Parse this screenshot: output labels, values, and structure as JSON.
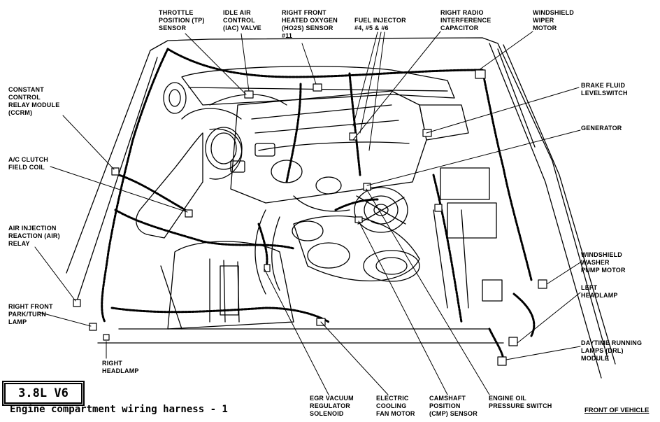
{
  "engine": "3.8L V6",
  "caption": "Engine compartment wiring harness - 1",
  "front_label": "FRONT OF VEHICLE",
  "labels": {
    "throttle_position_sensor": "THROTTLE\nPOSITION (TP)\nSENSOR",
    "idle_air_control_valve": "IDLE AIR\nCONTROL\n(IAC) VALVE",
    "right_front_ho2s": "RIGHT FRONT\nHEATED OXYGEN\n(HO2S) SENSOR\n#11",
    "fuel_injector": "FUEL INJECTOR\n#4, #5 & #6",
    "radio_capacitor": "RIGHT RADIO\nINTERFERENCE\nCAPACITOR",
    "wiper_motor": "WINDSHIELD\nWIPER\nMOTOR",
    "brake_fluid_switch": "BRAKE FLUID\nLEVELSWITCH",
    "generator": "GENERATOR",
    "ccrm": "CONSTANT\nCONTROL\nRELAY MODULE\n(CCRM)",
    "ac_clutch": "A/C CLUTCH\nFIELD COIL",
    "air_relay": "AIR INJECTION\nREACTION (AIR)\nRELAY",
    "right_park_lamp": "RIGHT FRONT\nPARK/TURN\nLAMP",
    "right_headlamp": "RIGHT\nHEADLAMP",
    "egr_solenoid": "EGR VACUUM\nREGULATOR\nSOLENOID",
    "cooling_fan_motor": "ELECTRIC\nCOOLING\nFAN MOTOR",
    "cmp_sensor": "CAMSHAFT\nPOSITION\n(CMP) SENSOR",
    "oil_pressure_switch": "ENGINE OIL\nPRESSURE SWITCH",
    "washer_pump": "WINDSHIELD\nWASHER\nPUMP MOTOR",
    "left_headlamp": "LEFT\nHEADLAMP",
    "drl_module": "DAYTIME RUNNING\nLAMPS (DRL)\nMODULE"
  }
}
